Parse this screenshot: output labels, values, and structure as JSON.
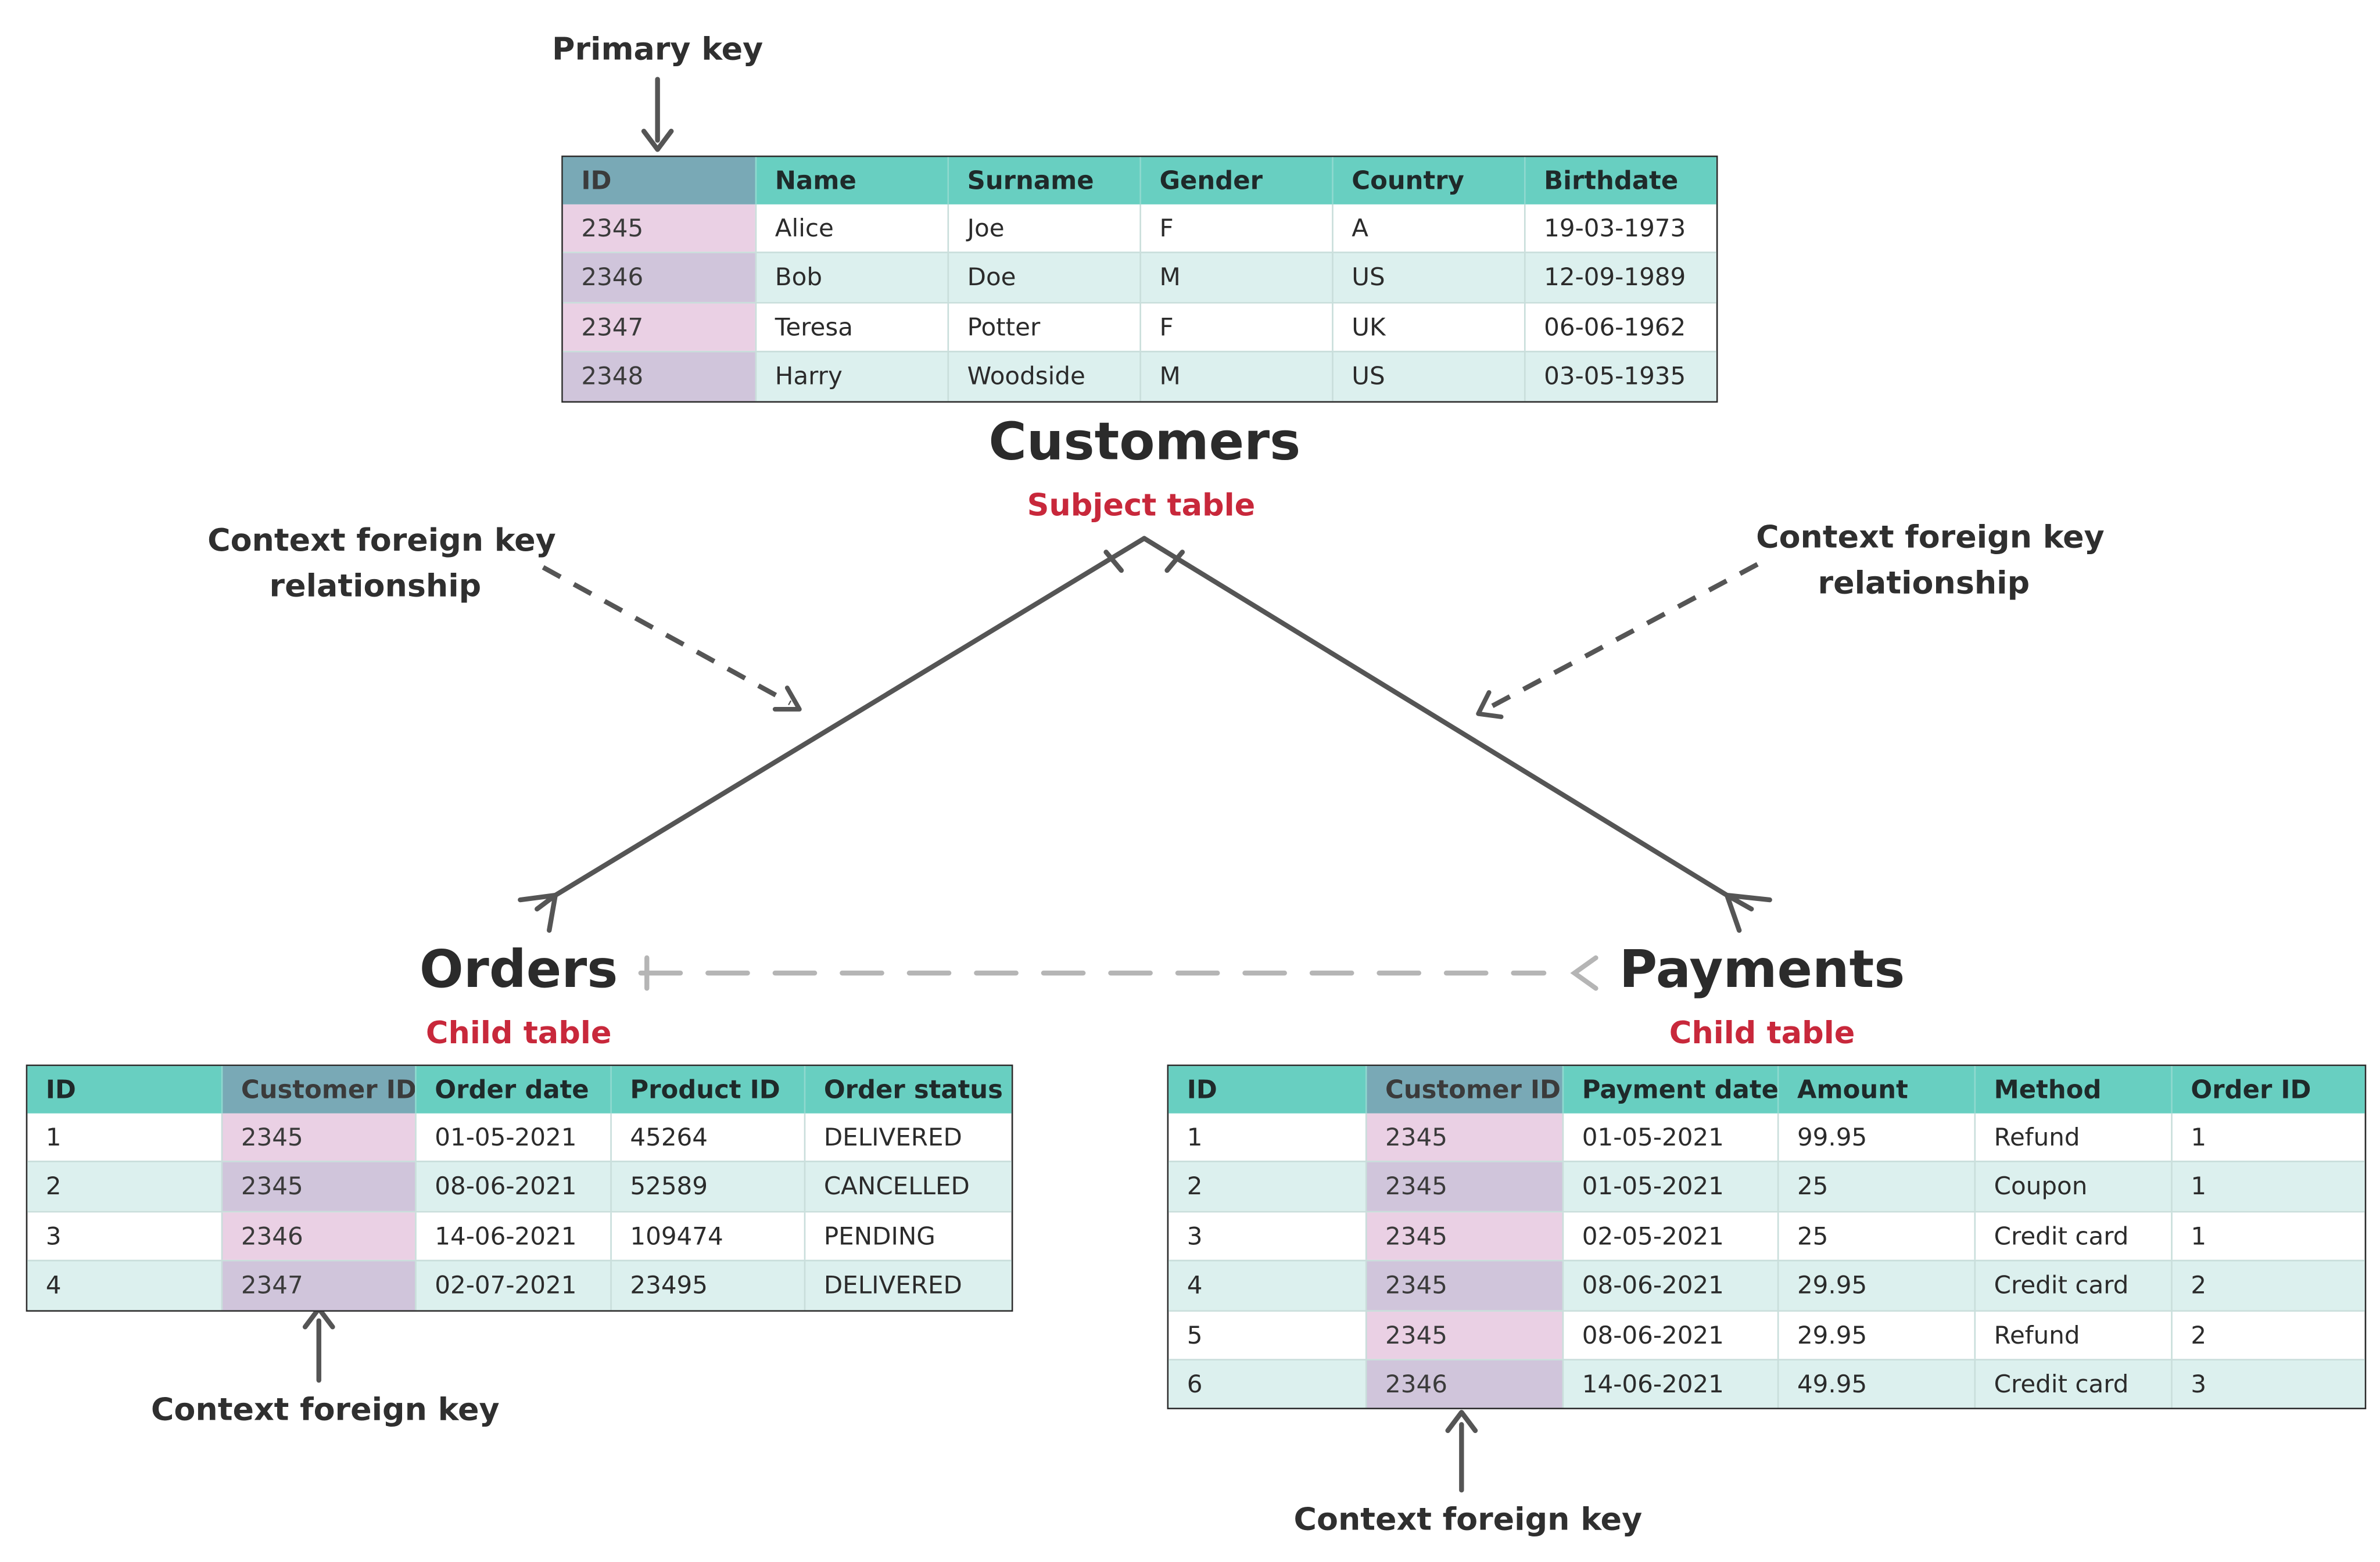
{
  "customers": {
    "title": "Customers",
    "subtitle": "Subject table",
    "columns": [
      "ID",
      "Name",
      "Surname",
      "Gender",
      "Country",
      "Birthdate"
    ],
    "rows": [
      [
        "2345",
        "Alice",
        "Joe",
        "F",
        "A",
        "19-03-1973"
      ],
      [
        "2346",
        "Bob",
        "Doe",
        "M",
        "US",
        "12-09-1989"
      ],
      [
        "2347",
        "Teresa",
        "Potter",
        "F",
        "UK",
        "06-06-1962"
      ],
      [
        "2348",
        "Harry",
        "Woodside",
        "M",
        "US",
        "03-05-1935"
      ]
    ]
  },
  "orders": {
    "title": "Orders",
    "subtitle": "Child table",
    "columns": [
      "ID",
      "Customer ID",
      "Order date",
      "Product ID",
      "Order status"
    ],
    "rows": [
      [
        "1",
        "2345",
        "01-05-2021",
        "45264",
        "DELIVERED"
      ],
      [
        "2",
        "2345",
        "08-06-2021",
        "52589",
        "CANCELLED"
      ],
      [
        "3",
        "2346",
        "14-06-2021",
        "109474",
        "PENDING"
      ],
      [
        "4",
        "2347",
        "02-07-2021",
        "23495",
        "DELIVERED"
      ]
    ]
  },
  "payments": {
    "title": "Payments",
    "subtitle": "Child table",
    "columns": [
      "ID",
      "Customer ID",
      "Payment date",
      "Amount",
      "Method",
      "Order ID"
    ],
    "rows": [
      [
        "1",
        "2345",
        "01-05-2021",
        "99.95",
        "Refund",
        "1"
      ],
      [
        "2",
        "2345",
        "01-05-2021",
        "25",
        "Coupon",
        "1"
      ],
      [
        "3",
        "2345",
        "02-05-2021",
        "25",
        "Credit card",
        "1"
      ],
      [
        "4",
        "2345",
        "08-06-2021",
        "29.95",
        "Credit card",
        "2"
      ],
      [
        "5",
        "2345",
        "08-06-2021",
        "29.95",
        "Refund",
        "2"
      ],
      [
        "6",
        "2346",
        "14-06-2021",
        "49.95",
        "Credit card",
        "3"
      ]
    ]
  },
  "annotations": {
    "primary_key": "Primary key",
    "context_fk_relationship_line1": "Context foreign key",
    "context_fk_relationship_line2": "relationship",
    "context_fk": "Context foreign key"
  },
  "colors": {
    "header": "#68cfc1",
    "row_alt": "#dcf0ee",
    "key_header": "#79a9b6",
    "key_cell": "#ead0e4",
    "key_cell_alt": "#d0c5db",
    "subtitle_red": "#c8283b",
    "line": "#555555",
    "dashed_light": "#b5b5b5"
  }
}
